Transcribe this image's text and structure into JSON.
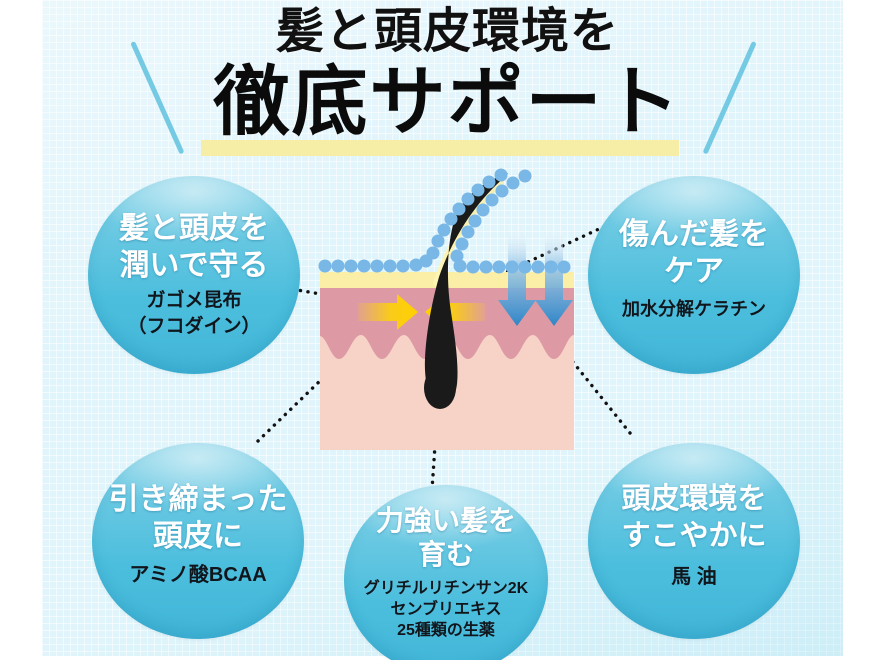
{
  "title": {
    "line1": "髪と頭皮環境を",
    "line2": "徹底サポート",
    "highlight_color": "#f6eda6"
  },
  "theme": {
    "background": "#dff4fb",
    "bubble_light": "#8ad5e9",
    "bubble_dark": "#42b6d8",
    "accent_stroke": "#74c9e3",
    "arrow_yellow": "#ffd400",
    "arrow_blue": "#2e86c8",
    "sebum_yellow": "#fbefa8",
    "epidermis_pink": "#dd9aa4",
    "dermis_pink": "#f4cdc0",
    "hair_black": "#1b1b1b",
    "moisture_dot_blue": "#79b7e6",
    "connector_dot": "#111111"
  },
  "bubbles": [
    {
      "id": "moisture",
      "name": "bubble-moisture",
      "headline": "髪と頭皮を\n潤いで守る",
      "headline_lines": [
        "髪と頭皮を",
        "潤いで守る"
      ],
      "sub_lines": [
        "ガゴメ昆布",
        "（フコダイン）"
      ]
    },
    {
      "id": "damage",
      "name": "bubble-damage",
      "headline_lines": [
        "傷んだ髪を",
        "ケア"
      ],
      "sub_lines": [
        "加水分解ケラチン"
      ]
    },
    {
      "id": "tighten",
      "name": "bubble-tighten",
      "headline_lines": [
        "引き締まった",
        "頭皮に"
      ],
      "sub_lines": [
        "アミノ酸BCAA"
      ]
    },
    {
      "id": "strength",
      "name": "bubble-strength",
      "headline_lines": [
        "力強い髪を",
        "育む"
      ],
      "sub_lines": [
        "グリチルリチンサン2K",
        "センブリエキス",
        "25種類の生薬"
      ]
    },
    {
      "id": "scalp",
      "name": "bubble-scalp",
      "headline_lines": [
        "頭皮環境を",
        "すこやかに"
      ],
      "sub_lines": [
        "馬 油"
      ]
    }
  ],
  "diagram": {
    "name": "scalp-cross-section",
    "elements": [
      "hair-shaft",
      "hair-follicle",
      "moisture-dots",
      "sebum-layer",
      "epidermis-layer",
      "dermis-layer",
      "yellow-arrow-right",
      "yellow-arrow-left",
      "blue-arrow-1",
      "blue-arrow-2"
    ]
  },
  "connectors": [
    {
      "from": "bubble-moisture",
      "to": "diagram-surface"
    },
    {
      "from": "bubble-damage",
      "to": "diagram-hair-tip"
    },
    {
      "from": "bubble-tighten",
      "to": "diagram-epidermis"
    },
    {
      "from": "bubble-strength",
      "to": "diagram-follicle-root"
    },
    {
      "from": "bubble-scalp",
      "to": "diagram-dermis"
    }
  ]
}
